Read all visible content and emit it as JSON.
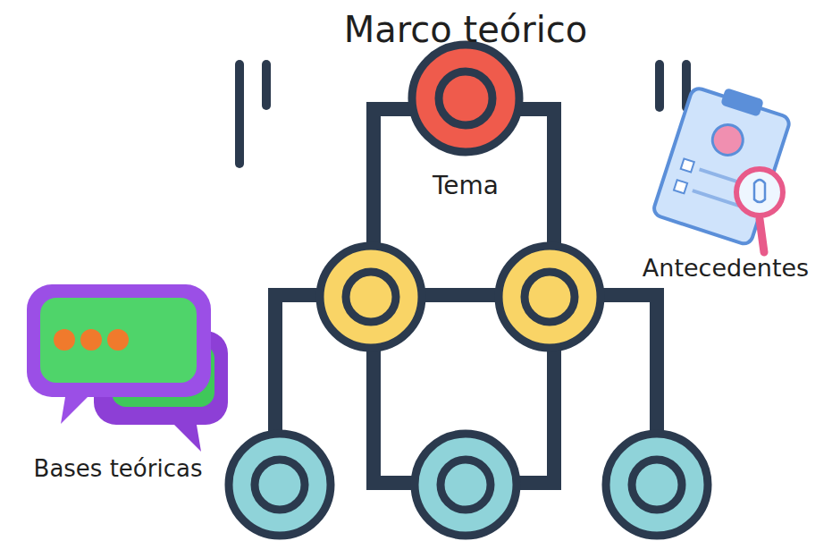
{
  "diagram": {
    "title": "Marco teórico",
    "labels": [
      "Tema",
      "Antecedentes",
      "Bases teóricas"
    ]
  }
}
